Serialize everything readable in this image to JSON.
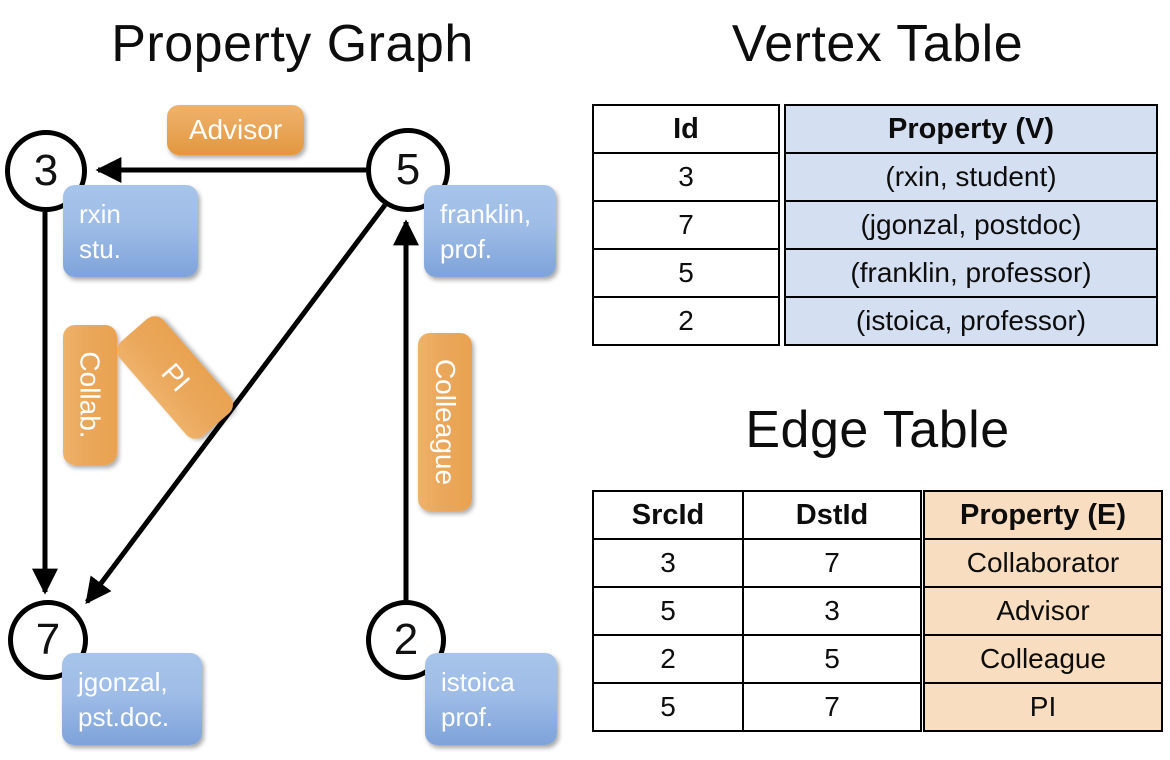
{
  "titles": {
    "property_graph": "Property Graph",
    "vertex_table": "Vertex Table",
    "edge_table": "Edge Table"
  },
  "graph": {
    "nodes": [
      {
        "id": "3",
        "property_lines": [
          "rxin",
          "stu."
        ]
      },
      {
        "id": "5",
        "property_lines": [
          "franklin,",
          "prof."
        ]
      },
      {
        "id": "7",
        "property_lines": [
          "jgonzal,",
          "pst.doc."
        ]
      },
      {
        "id": "2",
        "property_lines": [
          "istoica",
          "prof."
        ]
      }
    ],
    "edge_labels": [
      {
        "name": "advisor-label",
        "text": "Advisor"
      },
      {
        "name": "collab-label",
        "text": "Collab."
      },
      {
        "name": "pi-label",
        "text": "PI"
      },
      {
        "name": "colleague-label",
        "text": "Colleague"
      }
    ],
    "edges": [
      {
        "src": "5",
        "dst": "3",
        "label": "Advisor"
      },
      {
        "src": "3",
        "dst": "7",
        "label": "Collab."
      },
      {
        "src": "5",
        "dst": "7",
        "label": "PI"
      },
      {
        "src": "2",
        "dst": "5",
        "label": "Colleague"
      }
    ]
  },
  "vertex_table": {
    "headers": [
      "Id",
      "Property (V)"
    ],
    "rows": [
      {
        "id": "3",
        "property": "(rxin, student)"
      },
      {
        "id": "7",
        "property": "(jgonzal, postdoc)"
      },
      {
        "id": "5",
        "property": "(franklin, professor)"
      },
      {
        "id": "2",
        "property": "(istoica, professor)"
      }
    ]
  },
  "edge_table": {
    "headers": [
      "SrcId",
      "DstId",
      "Property (E)"
    ],
    "rows": [
      {
        "src": "3",
        "dst": "7",
        "property": "Collaborator"
      },
      {
        "src": "5",
        "dst": "3",
        "property": "Advisor"
      },
      {
        "src": "2",
        "dst": "5",
        "property": "Colleague"
      },
      {
        "src": "5",
        "dst": "7",
        "property": "PI"
      }
    ]
  },
  "colors": {
    "vertex_property_fill": "#d4e0f2",
    "edge_property_fill": "#f8ddc0",
    "node_box_blue": "#8fb0e0",
    "edge_box_orange": "#eaa85c",
    "stroke": "#000000"
  }
}
